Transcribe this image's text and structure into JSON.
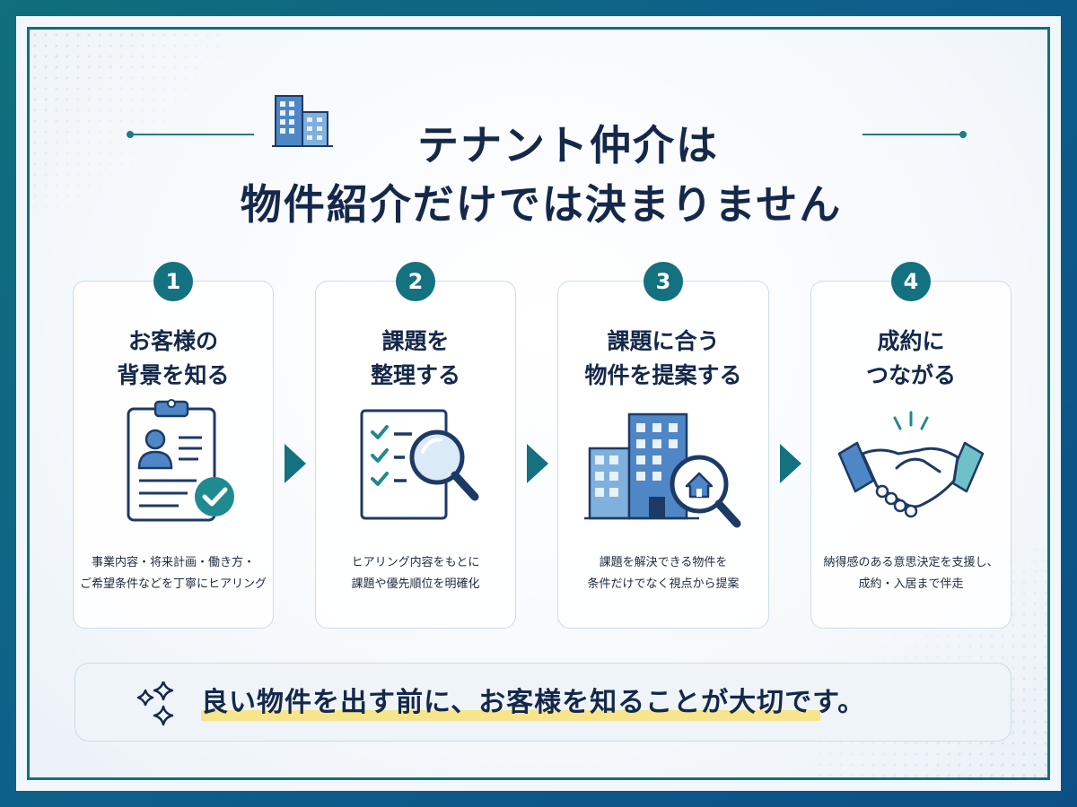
{
  "title": {
    "line1": "テナント仲介は",
    "line2": "物件紹介だけでは決まりません"
  },
  "steps": [
    {
      "number": "1",
      "title_line1": "お客様の",
      "title_line2": "背景を知る",
      "desc_line1": "事業内容・将来計画・働き方・",
      "desc_line2": "ご希望条件などを丁寧にヒアリング",
      "icon": "clipboard-profile-check-icon"
    },
    {
      "number": "2",
      "title_line1": "課題を",
      "title_line2": "整理する",
      "desc_line1": "ヒアリング内容をもとに",
      "desc_line2": "課題や優先順位を明確化",
      "icon": "checklist-magnifier-icon"
    },
    {
      "number": "3",
      "title_line1": "課題に合う",
      "title_line2": "物件を提案する",
      "desc_line1": "課題を解決できる物件を",
      "desc_line2": "条件だけでなく視点から提案",
      "icon": "buildings-search-home-icon"
    },
    {
      "number": "4",
      "title_line1": "成約に",
      "title_line2": "つながる",
      "desc_line1": "納得感のある意思決定を支援し、",
      "desc_line2": "成約・入居まで伴走",
      "icon": "handshake-icon"
    }
  ],
  "bottom": {
    "message": "良い物件を出す前に、お客様を知ることが大切です。",
    "icon": "sparkle-icon"
  },
  "colors": {
    "accent": "#137180",
    "navy": "#15284a",
    "highlight": "#f6e58a",
    "frame": "#0e6f82"
  }
}
